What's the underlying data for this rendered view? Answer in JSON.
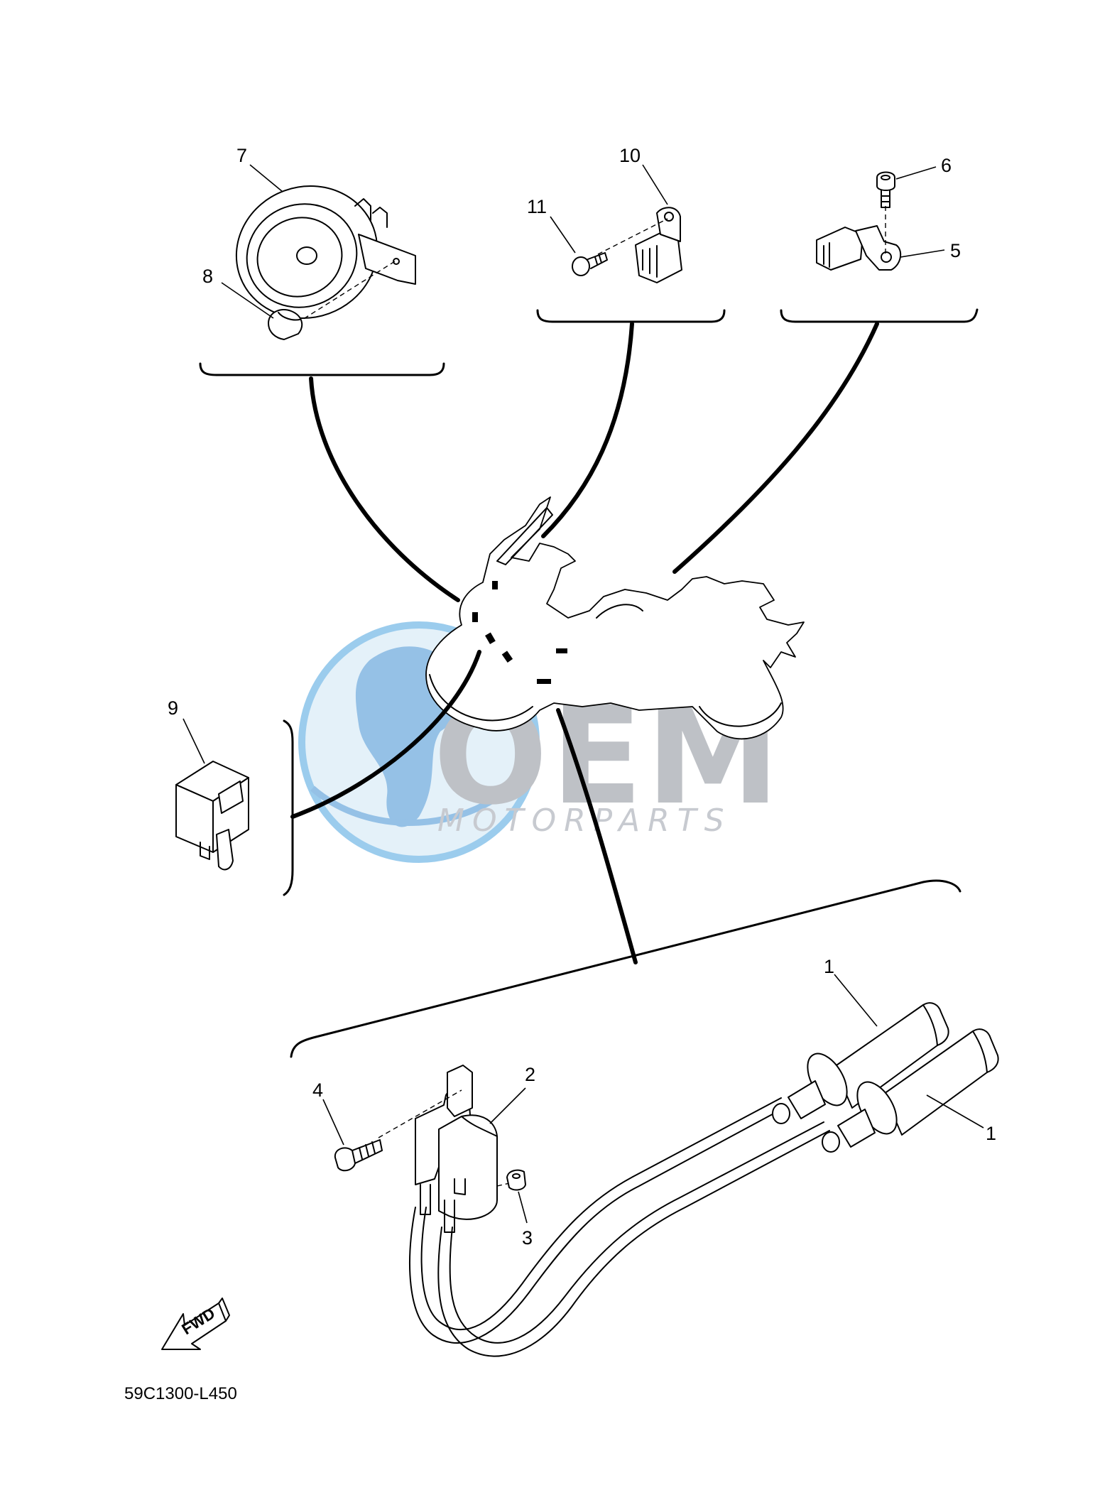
{
  "diagram": {
    "part_code": "59C1300-L450",
    "fwd_label": "FWD",
    "callouts": {
      "coil_upper": "1",
      "coil_lower": "1",
      "ignition_coil": "2",
      "nut": "3",
      "coil_bolt": "4",
      "crank_sensor": "5",
      "sensor_bolt": "6",
      "horn": "7",
      "horn_nut": "8",
      "relay": "9",
      "speed_sensor": "10",
      "speed_sensor_bolt": "11"
    },
    "watermark": {
      "brand": "OEM",
      "sub": "MOTORPARTS"
    }
  }
}
